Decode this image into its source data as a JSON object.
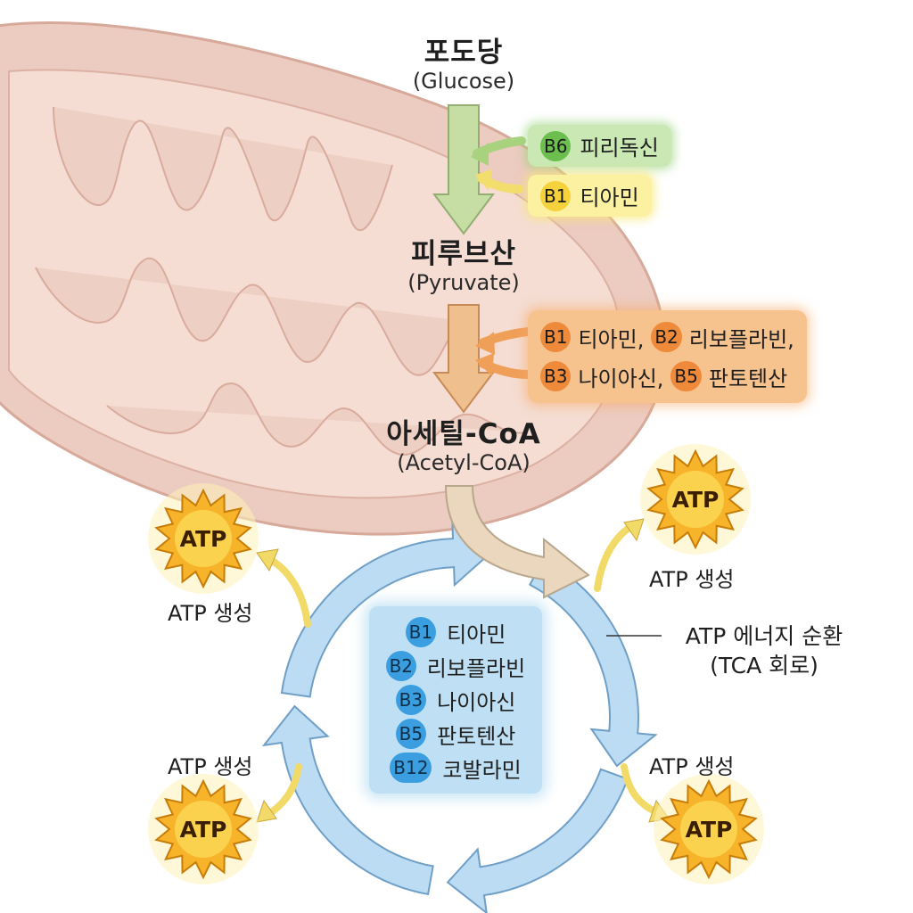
{
  "pathway": {
    "glucose": {
      "kr": "포도당",
      "en": "(Glucose)"
    },
    "pyruvate": {
      "kr": "피루브산",
      "en": "(Pyruvate)"
    },
    "acetyl": {
      "kr": "아세틸-CoA",
      "en": "(Acetyl-CoA)"
    }
  },
  "step1_vitamins": [
    {
      "badge": "B6",
      "name": "피리독신",
      "color": "#6cbf4f"
    },
    {
      "badge": "B1",
      "name": "티아민",
      "color": "#f5d23c"
    }
  ],
  "step2_vitamins": {
    "row1": [
      {
        "badge": "B1",
        "name": "티아민,"
      },
      {
        "badge": "B2",
        "name": "리보플라빈,"
      }
    ],
    "row2": [
      {
        "badge": "B3",
        "name": "나이아신,"
      },
      {
        "badge": "B5",
        "name": "판토텐산"
      }
    ]
  },
  "cycle_vitamins": [
    {
      "badge": "B1",
      "name": "티아민"
    },
    {
      "badge": "B2",
      "name": "리보플라빈"
    },
    {
      "badge": "B3",
      "name": "나이아신"
    },
    {
      "badge": "B5",
      "name": "판토텐산"
    },
    {
      "badge": "B12",
      "name": "코발라민"
    }
  ],
  "cycle": {
    "label": "ATP 에너지 순환",
    "sub": "(TCA 회로)"
  },
  "atp": {
    "burst_text": "ATP",
    "generation_label": "ATP 생성"
  },
  "colors": {
    "mito_outer": "#eccbc0",
    "mito_inner": "#f5ddd3",
    "arrow_green": "#c6dea3",
    "arrow_orange": "#efbf8d",
    "cycle_blue": "#bcdcf3",
    "atp_burst": "#f7b42a"
  }
}
